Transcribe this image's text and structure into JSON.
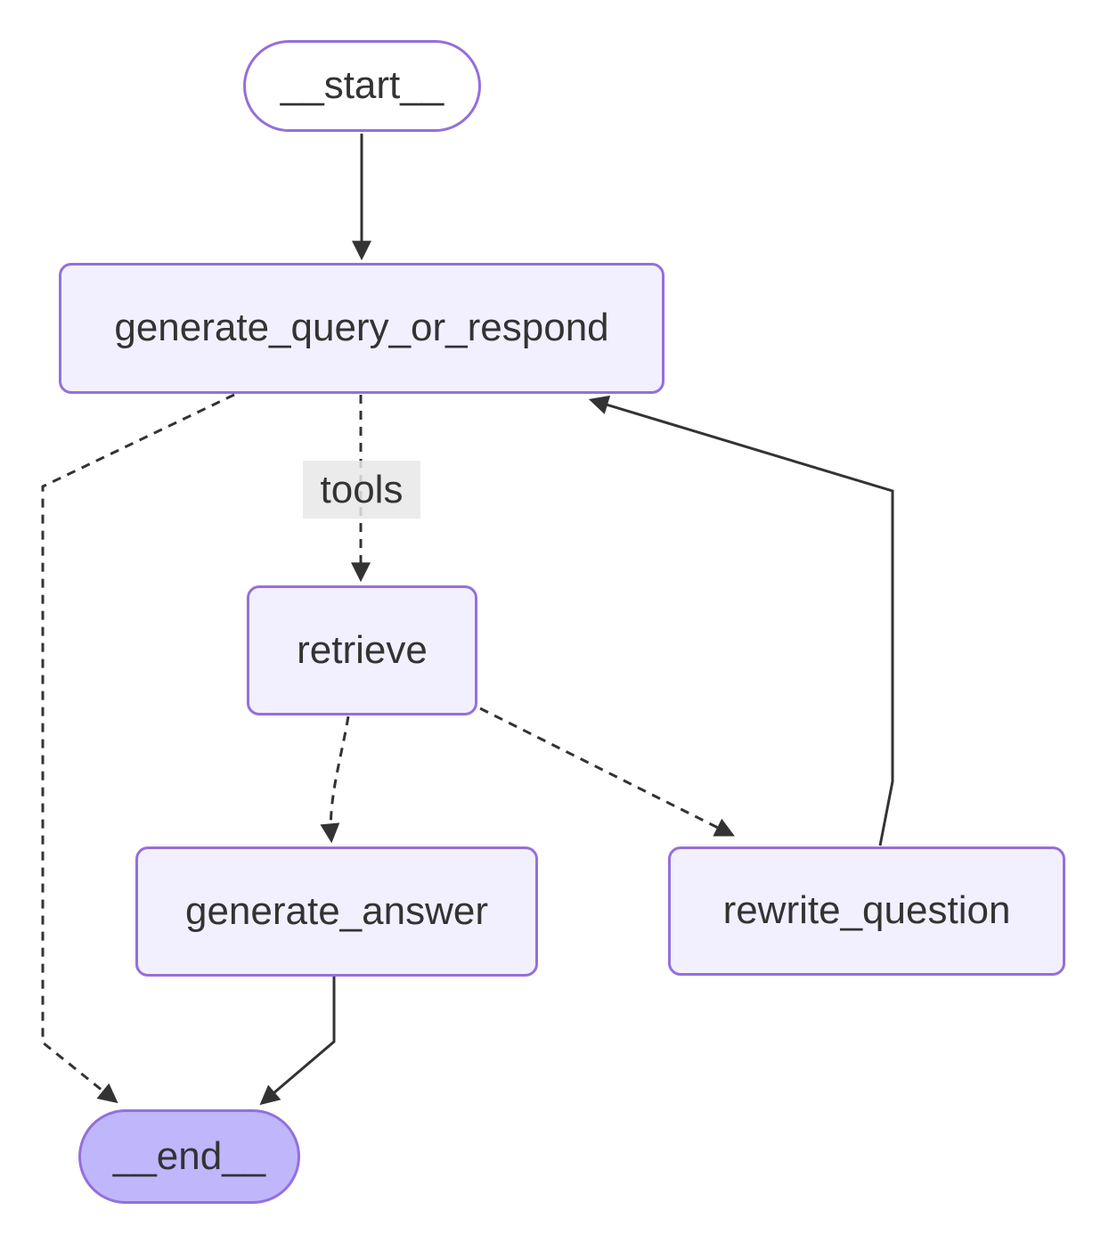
{
  "diagram": {
    "type": "flowchart",
    "direction": "top-down",
    "nodes": [
      {
        "id": "__start__",
        "label": "__start__",
        "shape": "stadium"
      },
      {
        "id": "generate_query_or_respond",
        "label": "generate_query_or_respond",
        "shape": "rect"
      },
      {
        "id": "retrieve",
        "label": "retrieve",
        "shape": "rect"
      },
      {
        "id": "generate_answer",
        "label": "generate_answer",
        "shape": "rect"
      },
      {
        "id": "rewrite_question",
        "label": "rewrite_question",
        "shape": "rect"
      },
      {
        "id": "__end__",
        "label": "__end__",
        "shape": "stadium"
      }
    ],
    "edges": [
      {
        "from": "__start__",
        "to": "generate_query_or_respond",
        "style": "solid",
        "label": ""
      },
      {
        "from": "generate_query_or_respond",
        "to": "retrieve",
        "style": "dotted",
        "label": "tools"
      },
      {
        "from": "generate_query_or_respond",
        "to": "__end__",
        "style": "dotted",
        "label": ""
      },
      {
        "from": "retrieve",
        "to": "generate_answer",
        "style": "dotted",
        "label": ""
      },
      {
        "from": "retrieve",
        "to": "rewrite_question",
        "style": "dotted",
        "label": ""
      },
      {
        "from": "rewrite_question",
        "to": "generate_query_or_respond",
        "style": "solid",
        "label": ""
      },
      {
        "from": "generate_answer",
        "to": "__end__",
        "style": "solid",
        "label": ""
      }
    ],
    "colors": {
      "node_fill": "#f2f0ff",
      "node_border": "#9370db",
      "start_fill": "#ffffff",
      "end_fill": "#bfb6fc",
      "edge_stroke": "#333333",
      "text": "#333333",
      "edge_label_bg": "#e8e8e8",
      "background": "#ffffff"
    }
  }
}
